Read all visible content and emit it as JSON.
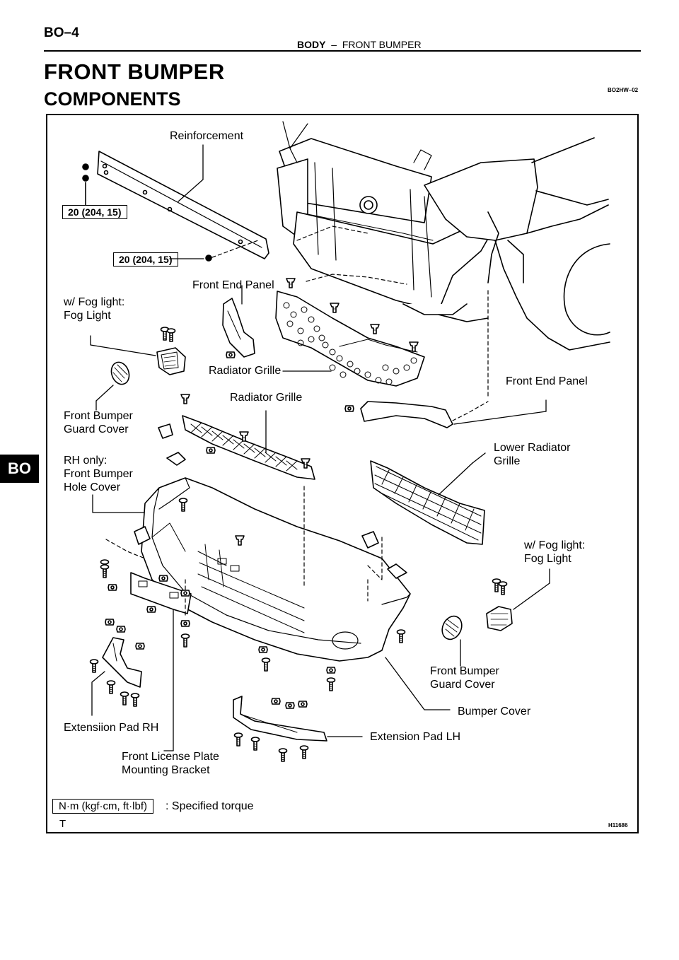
{
  "header": {
    "page_code": "BO–4",
    "section": "BODY",
    "separator": "–",
    "subsection": "FRONT BUMPER",
    "doc_id": "BO2HW–02"
  },
  "title": "FRONT BUMPER",
  "subtitle": "COMPONENTS",
  "side_tab": "BO",
  "diagram": {
    "labels": {
      "reinforcement": "Reinforcement",
      "torque_upper": "20 (204, 15)",
      "torque_lower": "20 (204, 15)",
      "front_end_panel_top": "Front End Panel",
      "fog_light_left_condition": "w/ Fog light:",
      "fog_light_left": "Fog Light",
      "radiator_grille_upper": "Radiator Grille",
      "radiator_grille_lower": "Radiator Grille",
      "front_end_panel_right": "Front End Panel",
      "guard_cover_left_1": "Front Bumper",
      "guard_cover_left_2": "Guard Cover",
      "hole_cover_condition": "RH only:",
      "hole_cover_1": "Front Bumper",
      "hole_cover_2": "Hole Cover",
      "lower_radiator_grille_1": "Lower Radiator",
      "lower_radiator_grille_2": "Grille",
      "fog_light_right_condition": "w/ Fog light:",
      "fog_light_right": "Fog Light",
      "guard_cover_right_1": "Front Bumper",
      "guard_cover_right_2": "Guard Cover",
      "bumper_cover": "Bumper Cover",
      "extension_pad_rh": "Extensiion Pad RH",
      "extension_pad_lh": "Extension Pad LH",
      "license_bracket_1": "Front License Plate",
      "license_bracket_2": "Mounting Bracket"
    }
  },
  "legend": {
    "unit_box": "N·m (kgf·cm, ft·lbf)",
    "description": ": Specified torque"
  },
  "corner_mark": "T",
  "figure_id": "H11686"
}
